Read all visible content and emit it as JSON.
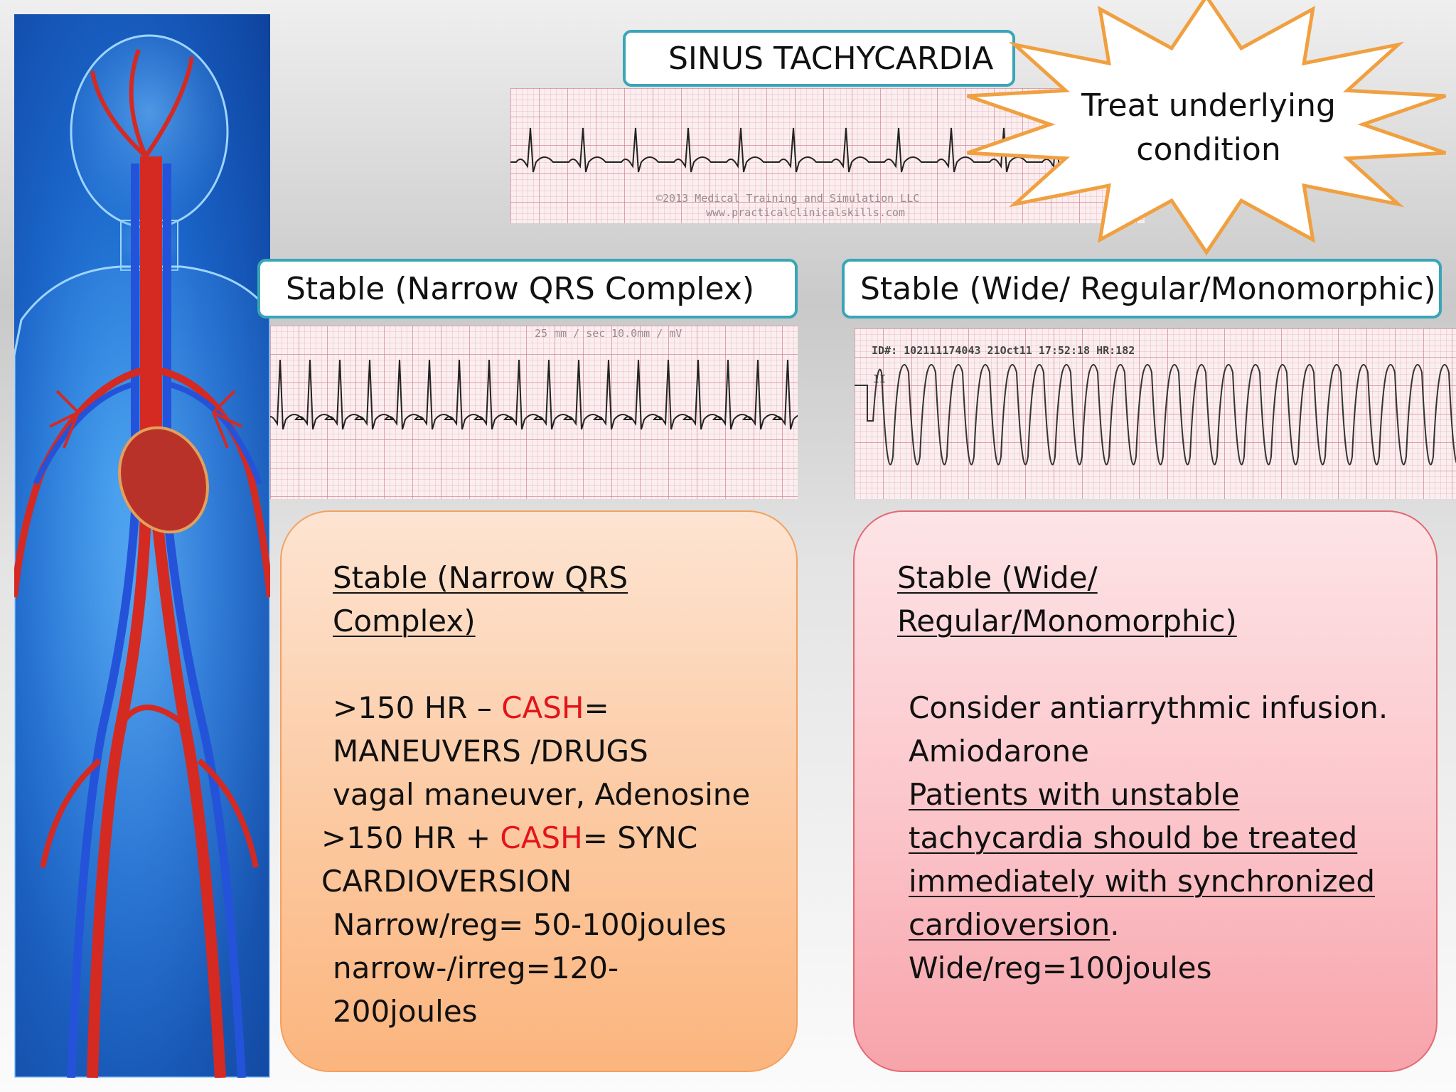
{
  "sinus_header": "SINUS TACHYCARDIA",
  "callout": {
    "line1": "Treat underlying",
    "line2": "condition"
  },
  "narrow_header": "Stable (Narrow QRS Complex)",
  "wide_header": "Stable (Wide/ Regular/Monomorphic)",
  "strips": {
    "sinus_watermark1": "©2013 Medical Training and Simulation LLC",
    "sinus_watermark2": "www.practicalclinicalskills.com",
    "narrow_speed": "25 mm / sec",
    "narrow_gain": "10.0mm / mV",
    "wide_id": "ID#: 102111174043 21Oct11 17:52:18 HR:182",
    "wide_lead": "II"
  },
  "narrow_box": {
    "title1": "Stable (Narrow QRS",
    "title2": "Complex)",
    "l1_a": ">150 HR – ",
    "l1_b": "CASH",
    "l1_c": "=",
    "l2": "MANEUVERS /DRUGS",
    "l3": "vagal maneuver, Adenosine",
    "l4_a": ">150 HR + ",
    "l4_b": "CASH",
    "l4_c": "= SYNC",
    "l5": "CARDIOVERSION",
    "l6": "Narrow/reg= 50-100joules",
    "l7": "narrow-/irreg=120-",
    "l8": "200joules"
  },
  "wide_box": {
    "title1": "Stable (Wide/",
    "title2": "Regular/Monomorphic)",
    "l1": "Consider antiarrythmic infusion.",
    "l2": "Amiodarone",
    "l3": "Patients with unstable",
    "l4": "tachycardia should be treated",
    "l5": "immediately with synchronized",
    "l6_a": "cardioversion",
    "l6_b": ".",
    "l7": "Wide/reg=100joules"
  },
  "colors": {
    "box_border": "#3aa5b8",
    "callout_stroke": "#f0a040",
    "cash_red": "#e4141a",
    "narrow_fill_top": "#fde4d2",
    "narrow_fill_bottom": "#fbb57e",
    "wide_fill_top": "#fde4e6",
    "wide_fill_bottom": "#f7a3aa"
  },
  "images": [
    "anatomy-illustration",
    "ecg-sinus-tachycardia",
    "ecg-narrow-qrs",
    "ecg-wide-monomorphic"
  ]
}
